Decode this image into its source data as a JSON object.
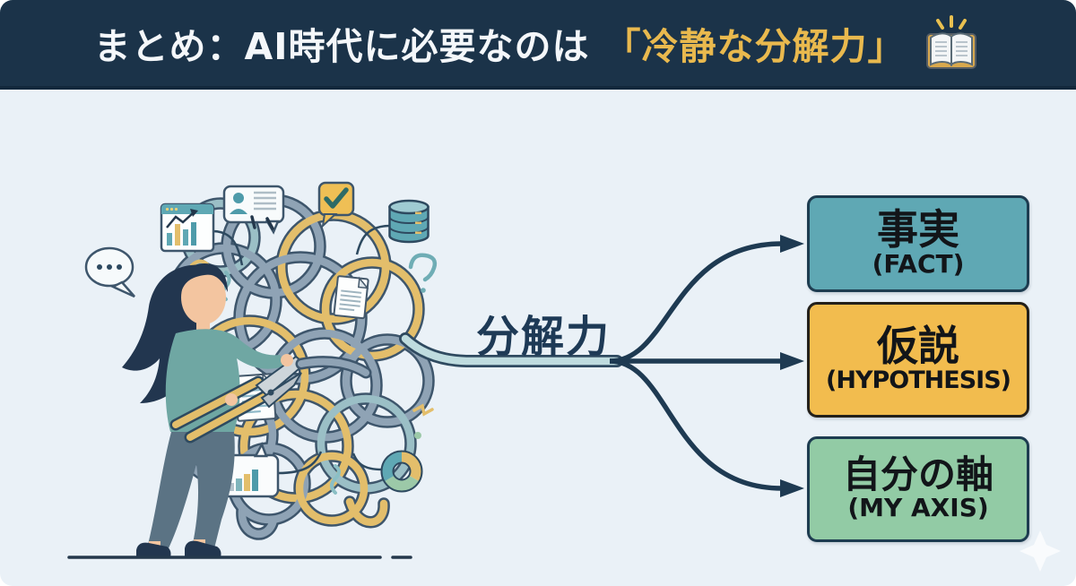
{
  "header": {
    "title_plain": "まとめ：AI時代に必要なのは",
    "title_highlight": "「冷静な分解力」",
    "icon": "open-book-icon",
    "bg_color": "#1B3349",
    "text_color": "#F4F7FA",
    "highlight_color": "#E9B94E"
  },
  "diagram": {
    "label": "分解力",
    "arrow_color": "#1E3A52",
    "rope_color": "#BFDCDF",
    "outputs": [
      {
        "title": "事実",
        "subtitle": "(FACT)",
        "bg_color": "#5FA8B4"
      },
      {
        "title": "仮説",
        "subtitle": "(HYPOTHESIS)",
        "bg_color": "#F2BC4E"
      },
      {
        "title": "自分の軸",
        "subtitle": "(MY AXIS)",
        "bg_color": "#92CBA5"
      }
    ]
  },
  "illustration": {
    "scene": "woman-untangling-knot-with-pliers",
    "tangle_colors": [
      "#8FA3B5",
      "#E3BE6B",
      "#9BBFC6"
    ],
    "icons": [
      "speech-bubble-dots-icon",
      "bar-chart-window-icon",
      "id-card-bubble-icon",
      "check-bubble-icon",
      "database-icon",
      "document-icon",
      "document-icon",
      "bar-chart-bubble-icon",
      "donut-chart-icon",
      "question-mark",
      "sparkle"
    ]
  }
}
